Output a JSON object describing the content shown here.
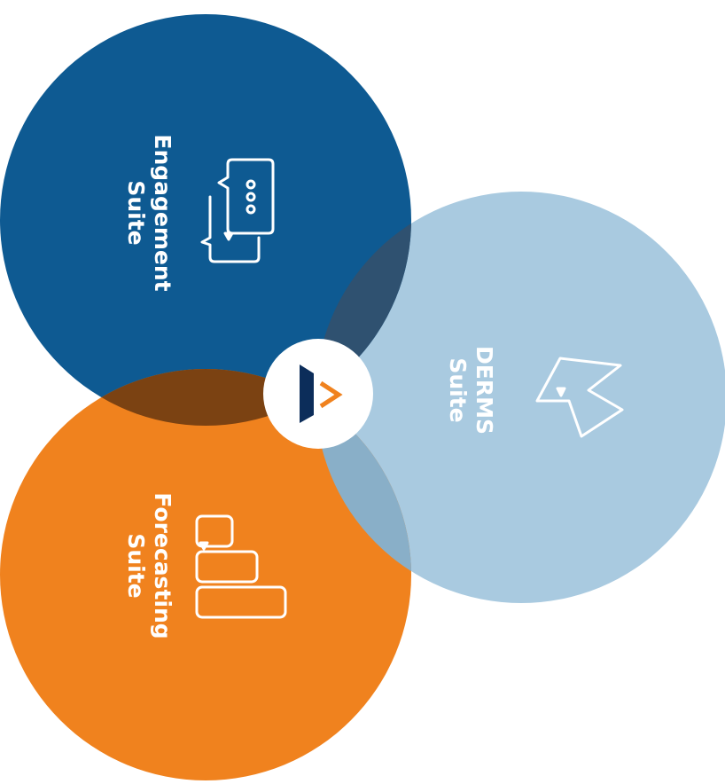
{
  "suites": {
    "engagement": {
      "line1": "Engagement",
      "line2": "Suite",
      "color": "#0E5A92",
      "icon": "chat-bubbles-icon"
    },
    "derms": {
      "line1": "DERMS",
      "line2": "Suite",
      "color": "#A9CAE0",
      "icon": "lightning-bolt-icon"
    },
    "forecasting": {
      "line1": "Forecasting",
      "line2": "Suite",
      "color": "#F0821E",
      "icon": "bar-chart-icon"
    }
  },
  "overlap_colors": {
    "engagement_derms": "#2F5170",
    "engagement_forecasting": "#7B4212",
    "derms_forecasting": "#89AFC8"
  },
  "center_logo": {
    "icon": "play-arrow-logo-icon",
    "navy": "#0C2D5A",
    "orange": "#F0821E"
  }
}
